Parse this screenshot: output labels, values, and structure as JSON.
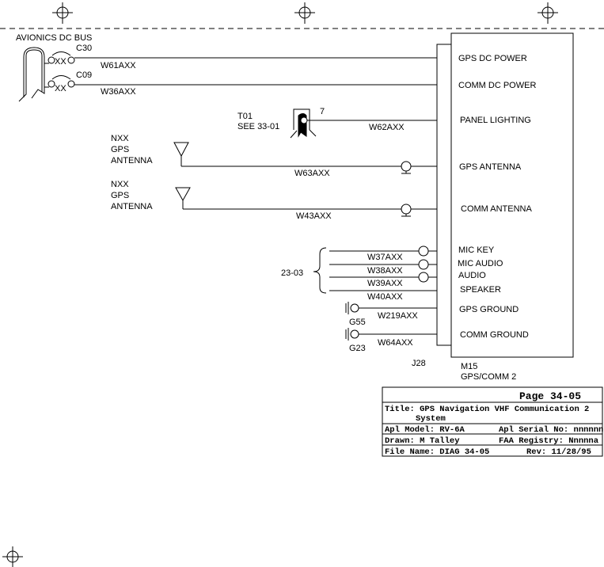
{
  "bus": {
    "label": "AVIONICS DC BUS"
  },
  "breakers": [
    {
      "id": "C30",
      "rating": "XX"
    },
    {
      "id": "C09",
      "rating": "XX"
    }
  ],
  "switch": {
    "id": "T01",
    "ref": "SEE 33-01",
    "pin": "7"
  },
  "antennas": [
    {
      "line1": "NXX",
      "line2": "GPS",
      "line3": "ANTENNA"
    },
    {
      "line1": "NXX",
      "line2": "GPS",
      "line3": "ANTENNA"
    }
  ],
  "wires": {
    "gps_power": "W61AXX",
    "comm_power": "W36AXX",
    "panel_lighting": "W62AXX",
    "gps_antenna": "W63AXX",
    "comm_antenna": "W43AXX",
    "mic_key": "W37AXX",
    "mic_audio": "W38AXX",
    "audio": "W39AXX",
    "speaker": "W40AXX",
    "gps_ground": "W219AXX",
    "comm_ground": "W64AXX"
  },
  "audio_ref": "23-03",
  "grounds": [
    "G55",
    "G23"
  ],
  "connector": "J28",
  "unit": {
    "id": "M15",
    "name": "GPS/COMM 2"
  },
  "pins": {
    "gps_dc_power": "GPS DC POWER",
    "comm_dc_power": "COMM DC POWER",
    "panel_lighting": "PANEL LIGHTING",
    "gps_antenna": "GPS ANTENNA",
    "comm_antenna": "COMM ANTENNA",
    "mic_key": "MIC KEY",
    "mic_audio": "MIC AUDIO",
    "audio": "AUDIO",
    "speaker": "SPEAKER",
    "gps_ground": "GPS GROUND",
    "comm_ground": "COMM GROUND"
  },
  "title_block": {
    "page": "Page 34-05",
    "title_line1": "Title: GPS Navigation VHF Communication 2",
    "title_line2": "System",
    "apl_model": "Apl Model: RV-6A",
    "apl_serial": "Apl Serial No: nnnnnn",
    "drawn": "Drawn: M Talley",
    "faa_registry": "FAA Registry: Nnnnna",
    "file_name": "File Name: DIAG 34-05",
    "rev": "Rev: 11/28/95"
  }
}
